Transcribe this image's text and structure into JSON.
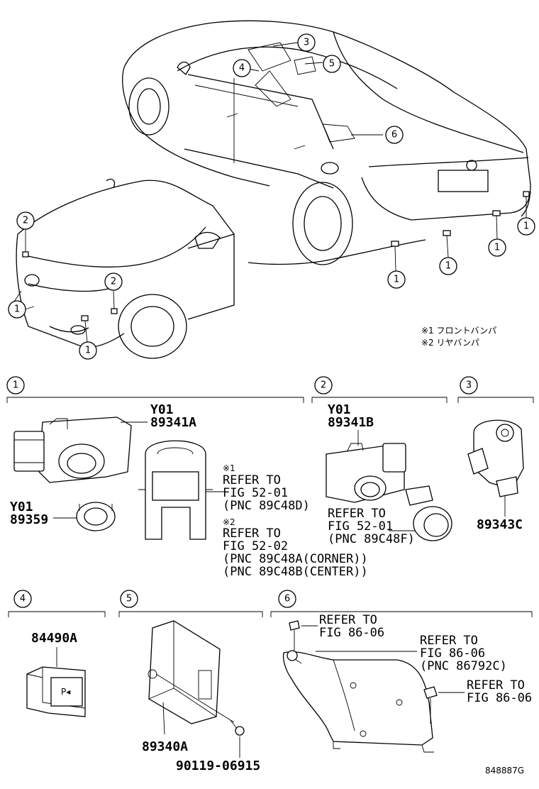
{
  "callouts": {
    "c1": "1",
    "c2": "2",
    "c3": "3",
    "c4": "4",
    "c5": "5",
    "c6": "6"
  },
  "legend": {
    "note1": "※1 フロントバンパ",
    "note2": "※2 リヤバンパ"
  },
  "sections": {
    "s1": {
      "number": "1",
      "code1": "Y01",
      "part1": "89341A",
      "code2": "Y01",
      "part2": "89359",
      "ref_a_mark": "※1",
      "ref_a_1": "REFER TO",
      "ref_a_2": "FIG 52-01",
      "ref_a_3": "(PNC 89C48D)",
      "ref_b_mark": "※2",
      "ref_b_1": "REFER TO",
      "ref_b_2": "FIG 52-02",
      "ref_b_3": "(PNC 89C48A(CORNER))",
      "ref_b_4": "(PNC 89C48B(CENTER))"
    },
    "s2": {
      "number": "2",
      "code": "Y01",
      "part": "89341B",
      "ref_1": "REFER TO",
      "ref_2": "FIG 52-01",
      "ref_3": "(PNC 89C48F)"
    },
    "s3": {
      "number": "3",
      "part": "89343C"
    },
    "s4": {
      "number": "4",
      "part": "84490A"
    },
    "s5": {
      "number": "5",
      "part1": "89340A",
      "part2": "90119-06915"
    },
    "s6": {
      "number": "6",
      "ref_a_1": "REFER TO",
      "ref_a_2": "FIG 86-06",
      "ref_b_1": "REFER TO",
      "ref_b_2": "FIG 86-06",
      "ref_b_3": "(PNC 86792C)",
      "ref_c_1": "REFER TO",
      "ref_c_2": "FIG 86-06"
    }
  },
  "drawing_id": "848887G",
  "switch_glyph": "P◂"
}
